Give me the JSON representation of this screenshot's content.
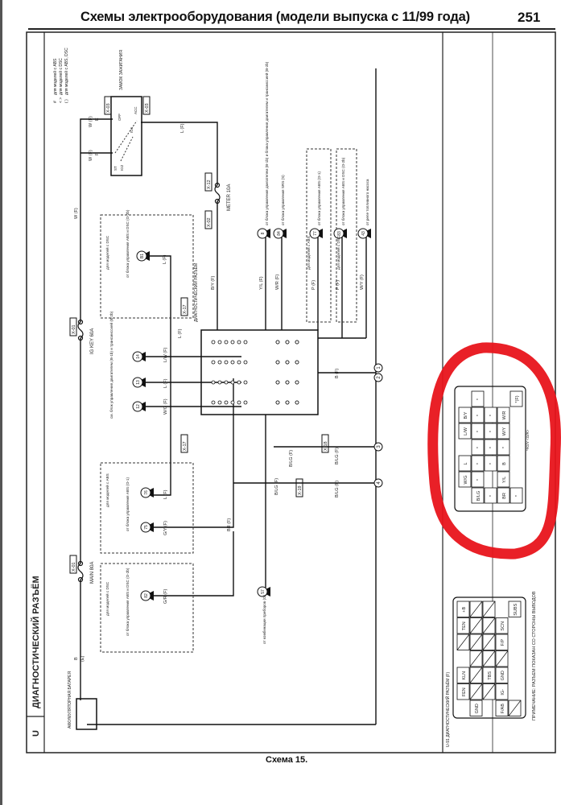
{
  "header": {
    "title": "Схемы электрооборудования (модели выпуска с 11/99 года)",
    "page_number": "251"
  },
  "footer": {
    "caption": "Схема 15."
  },
  "section": {
    "letter": "U",
    "title": "ДИАГНОСТИЧЕСКИЙ РАЗЪЁМ"
  },
  "legend": [
    {
      "symbol": "#",
      "text": "для моделей с ABS"
    },
    {
      "symbol": "< >",
      "text": "для моделей с DSC"
    },
    {
      "symbol": "( )",
      "text": "для моделей с ABS, DSC"
    }
  ],
  "diagram": {
    "battery": "АККУМУЛЯТОРНАЯ БАТАРЕЯ",
    "battery_wire": "B",
    "battery_wire_conn": "(E)",
    "ignition_switch": "ЗАМОК ЗАЖИГАНИЯ",
    "ign_pins": [
      "ST",
      "IG2",
      "IG1",
      "ACC",
      "OFF"
    ],
    "fuse_main": "MAIN 80A",
    "fuse_igkey": "IG KEY 60A",
    "fuse_meter": "METER 10A",
    "diag_connector": "ДИАГНОСТИЧЕСКИЙ РАЗЪЁМ",
    "connectors": [
      "X-01",
      "X-01",
      "X-02",
      "X-12",
      "X-03",
      "X-03",
      "X-17",
      "X-17",
      "X-18",
      "X-19"
    ],
    "wires": [
      "W (F)",
      "E",
      "W (F)",
      "F",
      "W (F)",
      "L (F)",
      "L (F)",
      "L (F)",
      "L/W (F)",
      "L (F)",
      "W/G (F)",
      "L (F)",
      "G/Y (F)",
      "G/R (F)",
      "BR (F)",
      "B/LG (F)",
      "B/LG (F)",
      "B/LG (F)",
      "B/LG (F)",
      "B (F)",
      "B/Y (F)",
      "Y/L (F)",
      "W/R (F)",
      "P (F)",
      "P (F)",
      "W/Y (F)"
    ],
    "terminals": [
      "B1",
      "14",
      "13",
      "12",
      "76",
      "75",
      "82",
      "57",
      "8",
      "84",
      "77",
      "83",
      "43"
    ],
    "ground_points": [
      "1",
      "2",
      "3",
      "4"
    ],
    "notes": [
      "для моделей с DSC",
      "от блока управления ABS и DSC (O-2b)",
      "см. блок управления двигателем (B-1b) и трансмиссией (B-2b)",
      "для моделей с ABS",
      "от блока управления ABS (O-1)",
      "для моделей с DSC",
      "от блока управления ABS и DSC (O-2b)",
      "от комбинации приборов (G)",
      "от блока управления двигателем (B-1b) и блока управления двигателем и трансмиссией (B-2b)",
      "от блока управления SRS (S)",
      "для моделей с ABS",
      "от блока управления ABS (O-1)",
      "для моделей с DSC",
      "от блока управления ABS и DSC (O-2b)",
      "от реле топливного насоса"
    ]
  },
  "pinout_top": {
    "rows": [
      [
        "",
        "W/G",
        "L",
        "",
        "L/W",
        "B/Y",
        ""
      ],
      [
        "B/LG",
        "*",
        "*",
        "*",
        "*",
        "*",
        "*"
      ],
      [
        "*",
        "",
        "*",
        "*",
        "*",
        "*",
        ""
      ],
      [
        "BR",
        "Y/L",
        "B",
        "*",
        "W/Y",
        "W/R",
        ""
      ],
      [
        "*",
        "",
        "",
        "",
        "",
        "",
        "*(F)"
      ]
    ],
    "callout": "*#G/Y <G/R>"
  },
  "pinout_bottom": {
    "title": "U-91 ДИАГНОСТИЧЕСКИЙ РАЗЪЁМ (F)",
    "rows": [
      [
        "",
        "FEN",
        "KLN",
        "",
        "/",
        "TEN",
        "+B"
      ],
      [
        "GND",
        "/",
        "/",
        "/",
        "/",
        "/",
        "/"
      ],
      [
        "",
        "/",
        "TBS",
        "/",
        "/",
        "/",
        "/"
      ],
      [
        "F/AB",
        "IG-",
        "GND",
        "/",
        "F/P",
        "SCN",
        ""
      ],
      [
        "/",
        "",
        "",
        "",
        "",
        "",
        "SUBS"
      ]
    ]
  },
  "note": "ПРИМЕЧАНИЕ: РАЗЪЕМ ПОКАЗАН СО СТОРОНЫ ВЫВОДОВ",
  "colors": {
    "ink": "#222222",
    "highlight": "#e8141b",
    "paper": "#ffffff"
  }
}
